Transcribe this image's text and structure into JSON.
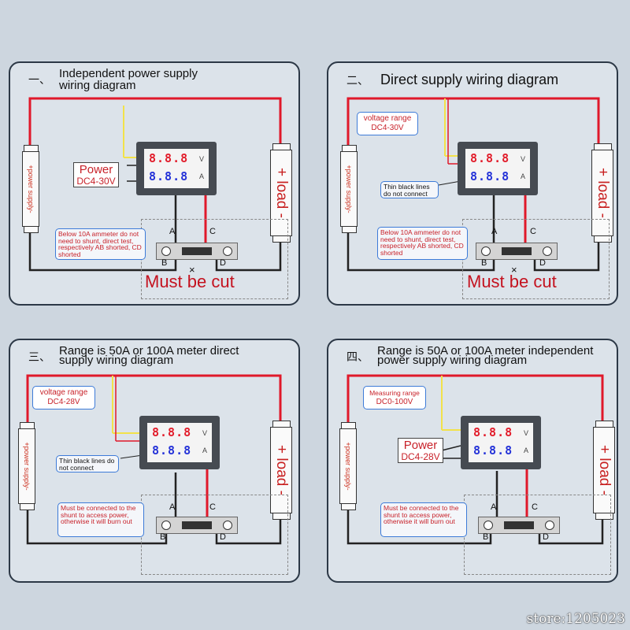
{
  "panels": [
    {
      "number": "一、",
      "line1": "Independent power supply",
      "line2": "wiring diagram",
      "power_label": "Power",
      "power_voltage": "DC4-30V",
      "note": "Below 10A ammeter do not need to shunt, direct test, respectively AB shorted, CD shorted",
      "cut_label": "Must be cut"
    },
    {
      "number": "二、",
      "line1": "Direct supply wiring diagram",
      "range_label": "voltage range",
      "range_value": "DC4-30V",
      "thin_lines": "Thin black lines do not connect",
      "note": "Below 10A ammeter do not need to shunt, direct test, respectively AB shorted, CD shorted",
      "cut_label": "Must be cut"
    },
    {
      "number": "三、",
      "line1": "Range is 50A or 100A meter direct",
      "line2": "supply wiring diagram",
      "range_label": "voltage range",
      "range_value": "DC4-28V",
      "thin_lines": "Thin black lines do not connect",
      "note": "Must be connected to the shunt to access power, otherwise it will burn out"
    },
    {
      "number": "四、",
      "line1": "Range is 50A or 100A meter independent",
      "line2": "power supply wiring diagram",
      "range_label": "Measuring range",
      "range_value": "DC0-100V",
      "power_label": "Power",
      "power_voltage": "DC4-28V",
      "note": "Must be connected to the shunt to access power, otherwise it will burn out"
    }
  ],
  "common": {
    "psu_label": "+power supply-",
    "load_label": "+ load -",
    "meter_volt": "8.8.8",
    "meter_amp": "8.8.8",
    "unit_v": "V",
    "unit_a": "A",
    "terminal_a": "A",
    "terminal_b": "B",
    "terminal_c": "C",
    "terminal_d": "D",
    "cross": "×"
  },
  "watermark": "store:1205023",
  "colors": {
    "wire_red": "#e0182a",
    "wire_yellow": "#f2e24a",
    "wire_black": "#222222",
    "note_border": "#3d7bd8"
  }
}
